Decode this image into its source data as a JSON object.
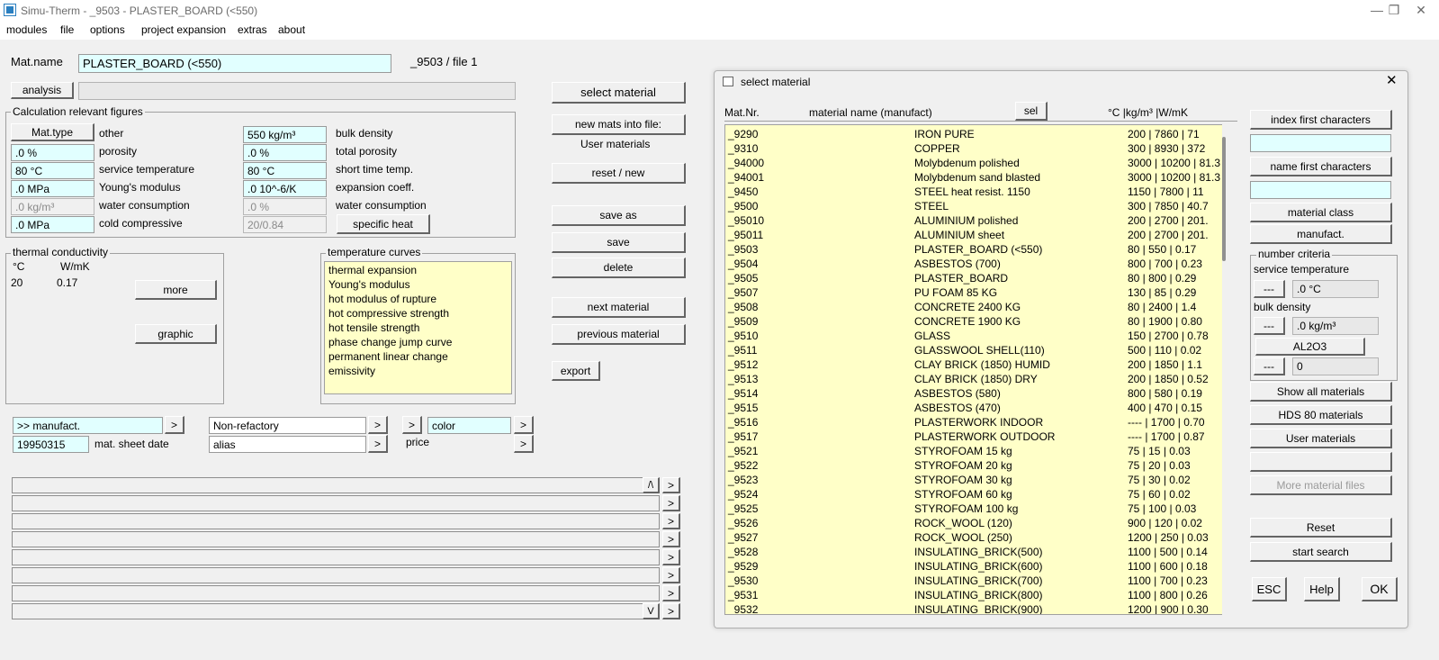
{
  "window": {
    "title": "Simu-Therm - _9503 - PLASTER_BOARD (<550)",
    "minimize_glyph": "—",
    "maximize_glyph": "❐",
    "close_glyph": "✕"
  },
  "menu": [
    "modules",
    "file",
    "options",
    "project expansion",
    "extras",
    "about"
  ],
  "header": {
    "matname_label": "Mat.name",
    "matname_value": "PLASTER_BOARD (<550)",
    "file_info": "_9503 / file 1",
    "analysis_button": "analysis",
    "analysis_value": ""
  },
  "calc": {
    "title": "Calculation relevant figures",
    "mattype_button": "Mat.type",
    "mattype_value": "other",
    "left_rows": [
      {
        "value": ".0 %",
        "label": "porosity"
      },
      {
        "value": "80 °C",
        "label": "service temperature"
      },
      {
        "value": ".0 MPa",
        "label": "Young's modulus"
      },
      {
        "value": ".0 kg/m³",
        "label": "water consumption"
      },
      {
        "value": ".0 MPa",
        "label": "cold compressive"
      }
    ],
    "right_rows": [
      {
        "value": "550 kg/m³",
        "label": "bulk density"
      },
      {
        "value": ".0 %",
        "label": "total porosity"
      },
      {
        "value": "80 °C",
        "label": "short time temp."
      },
      {
        "value": ".0 10^-6/K",
        "label": "expansion coeff."
      },
      {
        "value": ".0 %",
        "label": "water consumption"
      },
      {
        "value": "20/0.84",
        "label": ""
      }
    ],
    "specific_heat_button": "specific heat"
  },
  "thermal": {
    "title": "thermal conductivity",
    "col1": "°C",
    "col2": "W/mK",
    "row_temp": "20",
    "row_val": "0.17",
    "more_button": "more",
    "graphic_button": "graphic"
  },
  "curves": {
    "title": "temperature curves",
    "items": [
      "thermal expansion",
      "Young's modulus",
      "hot modulus of rupture",
      "hot compressive strength",
      "hot tensile strength",
      "phase change jump curve",
      "permanent linear change",
      "emissivity"
    ]
  },
  "actions": {
    "select_material": "select material",
    "new_mats": "new mats into file:",
    "user_materials": "User materials",
    "reset_new": "reset / new",
    "save_as": "save as",
    "save": "save",
    "delete": "delete",
    "next_material": "next material",
    "previous_material": "previous material",
    "export": "export"
  },
  "bottom": {
    "manufact_value": ">> manufact.",
    "date_value": "19950315",
    "date_label": "mat. sheet date",
    "nonrefactory_value": "Non-refactory",
    "alias_value": "alias",
    "color_value": "color",
    "price_label": "price",
    "arrow": ">",
    "up_arrow": "/\\",
    "down_arrow": "V"
  },
  "dialog": {
    "title": "select material",
    "close_glyph": "✕",
    "col_nr": "Mat.Nr.",
    "col_name": "material name (manufact)",
    "sel_button": "sel",
    "col_units": "°C |kg/m³ |W/mK",
    "materials": [
      {
        "nr": "_9290",
        "name": "IRON  PURE",
        "props": "200 | 7860 | 71"
      },
      {
        "nr": "_9310",
        "name": "COPPER",
        "props": "300 | 8930 | 372"
      },
      {
        "nr": "_94000",
        "name": "Molybdenum polished",
        "props": "3000 | 10200 | 81.3"
      },
      {
        "nr": "_94001",
        "name": "Molybdenum sand blasted",
        "props": "3000 | 10200 | 81.3"
      },
      {
        "nr": "_9450",
        "name": "STEEL heat resist. 1150",
        "props": "1150 | 7800 | 11"
      },
      {
        "nr": "_9500",
        "name": "STEEL",
        "props": "300 | 7850 | 40.7"
      },
      {
        "nr": "_95010",
        "name": "ALUMINIUM polished",
        "props": "200 | 2700 | 201."
      },
      {
        "nr": "_95011",
        "name": "ALUMINIUM sheet",
        "props": "200 | 2700 | 201."
      },
      {
        "nr": "_9503",
        "name": "PLASTER_BOARD (<550)",
        "props": "80 | 550 | 0.17"
      },
      {
        "nr": "_9504",
        "name": "ASBESTOS (700)",
        "props": "800 | 700 | 0.23"
      },
      {
        "nr": "_9505",
        "name": "PLASTER_BOARD",
        "props": "80 | 800 | 0.29"
      },
      {
        "nr": "_9507",
        "name": "PU FOAM 85 KG",
        "props": "130 | 85 | 0.29"
      },
      {
        "nr": "_9508",
        "name": "CONCRETE 2400 KG",
        "props": "80 | 2400 | 1.4"
      },
      {
        "nr": "_9509",
        "name": "CONCRETE 1900 KG",
        "props": "80 | 1900 | 0.80"
      },
      {
        "nr": "_9510",
        "name": "GLASS",
        "props": "150 | 2700 | 0.78"
      },
      {
        "nr": "_9511",
        "name": "GLASSWOOL SHELL(110)",
        "props": "500 | 110 | 0.02"
      },
      {
        "nr": "_9512",
        "name": "CLAY BRICK (1850) HUMID",
        "props": "200 | 1850 | 1.1"
      },
      {
        "nr": "_9513",
        "name": "CLAY BRICK (1850) DRY",
        "props": "200 | 1850 | 0.52"
      },
      {
        "nr": "_9514",
        "name": "ASBESTOS (580)",
        "props": "800 | 580 | 0.19"
      },
      {
        "nr": "_9515",
        "name": "ASBESTOS (470)",
        "props": "400 | 470 | 0.15"
      },
      {
        "nr": "_9516",
        "name": "PLASTERWORK INDOOR",
        "props": "---- | 1700 | 0.70"
      },
      {
        "nr": "_9517",
        "name": "PLASTERWORK OUTDOOR",
        "props": "---- | 1700 | 0.87"
      },
      {
        "nr": "_9521",
        "name": "STYROFOAM 15 kg",
        "props": "75 | 15 | 0.03"
      },
      {
        "nr": "_9522",
        "name": "STYROFOAM 20 kg",
        "props": "75 | 20 | 0.03"
      },
      {
        "nr": "_9523",
        "name": "STYROFOAM 30 kg",
        "props": "75 | 30 | 0.02"
      },
      {
        "nr": "_9524",
        "name": "STYROFOAM 60 kg",
        "props": "75 | 60 | 0.02"
      },
      {
        "nr": "_9525",
        "name": "STYROFOAM 100 kg",
        "props": "75 | 100 | 0.03"
      },
      {
        "nr": "_9526",
        "name": "ROCK_WOOL (120)",
        "props": "900 | 120 | 0.02"
      },
      {
        "nr": "_9527",
        "name": "ROCK_WOOL (250)",
        "props": "1200 | 250 | 0.03"
      },
      {
        "nr": "_9528",
        "name": "INSULATING_BRICK(500)",
        "props": "1100 | 500 | 0.14"
      },
      {
        "nr": "_9529",
        "name": "INSULATING_BRICK(600)",
        "props": "1100 | 600 | 0.18"
      },
      {
        "nr": "_9530",
        "name": "INSULATING_BRICK(700)",
        "props": "1100 | 700 | 0.23"
      },
      {
        "nr": "_9531",
        "name": "INSULATING_BRICK(800)",
        "props": "1100 | 800 | 0.26"
      },
      {
        "nr": "_9532",
        "name": "INSULATING_BRICK(900)",
        "props": "1200 | 900 | 0.30"
      }
    ],
    "side": {
      "index_first": "index first characters",
      "index_value": "",
      "name_first": "name first characters",
      "name_value": "",
      "material_class": "material class",
      "manufact": "manufact.",
      "criteria_title": "number criteria",
      "service_temp_label": "service temperature",
      "dash": "---",
      "service_temp_value": ".0 °C",
      "bulk_density_label": "bulk density",
      "bulk_density_value": ".0 kg/m³",
      "al2o3": "AL2O3",
      "al2o3_value": "0",
      "show_all": "Show all materials",
      "hds80": "HDS 80 materials",
      "user_materials": "User materials",
      "more_files": "More material files",
      "reset": "Reset",
      "start_search": "start search",
      "esc": "ESC",
      "help": "Help",
      "ok": "OK"
    }
  }
}
